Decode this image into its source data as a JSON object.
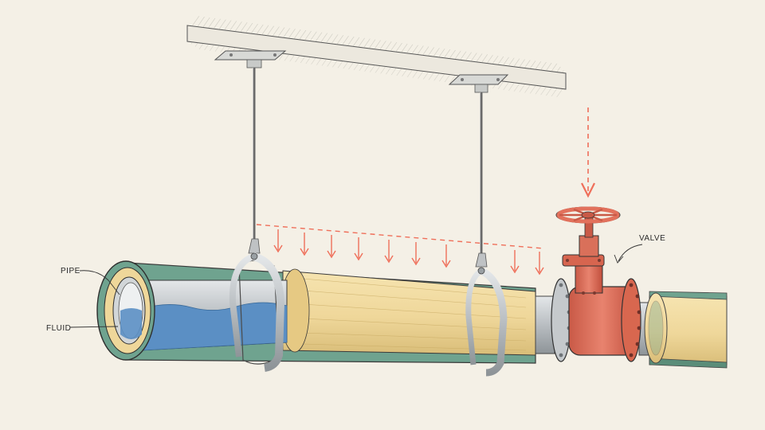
{
  "labels": {
    "pipe": "PIPE",
    "fluid": "FLUID",
    "valve": "VALVE"
  },
  "colors": {
    "paper": "#f4f0e6",
    "ink": "#3a3a3a",
    "insulation": "#efd79a",
    "jacket": "#6fa38f",
    "fluid": "#5b8fc4",
    "steel": "#c9cdd0",
    "valve": "#e2715c",
    "load_arrow": "#ef6f5a"
  },
  "icons": {
    "load": "down-arrow-icon",
    "callout": "leader-arrow-icon",
    "valve_wheel": "handwheel-icon"
  }
}
